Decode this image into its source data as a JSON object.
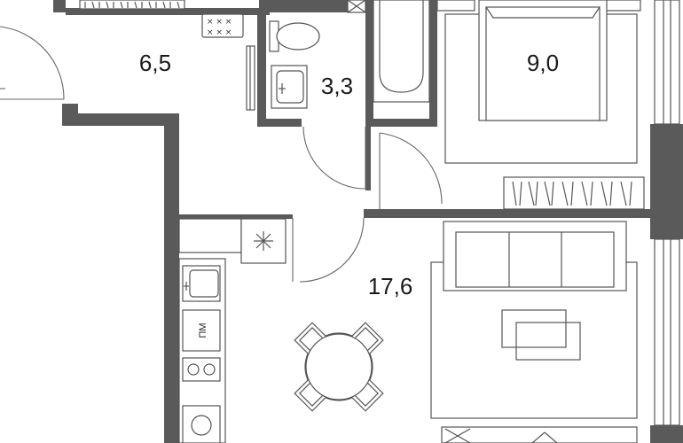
{
  "plan": {
    "rooms": [
      {
        "id": "hallway",
        "area_label": "6,5"
      },
      {
        "id": "bathroom",
        "area_label": "3,3"
      },
      {
        "id": "bedroom",
        "area_label": "9,0"
      },
      {
        "id": "living-kitchen",
        "area_label": "17,6"
      }
    ],
    "appliances": {
      "dishwasher_label": "ПМ"
    },
    "colors": {
      "wall": "#5a5a5a",
      "line": "#555555",
      "background": "#ffffff"
    }
  }
}
